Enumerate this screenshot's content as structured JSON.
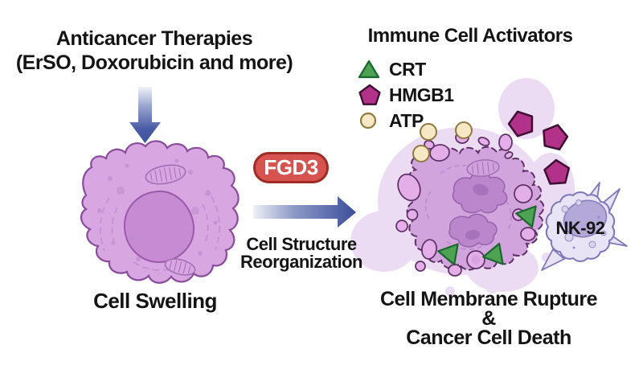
{
  "diagram": {
    "left": {
      "title_line1": "Anticancer Therapies",
      "title_line2": "(ErSO, Doxorubicin and more)",
      "cell_label": "Cell Swelling"
    },
    "middle": {
      "fgd3_label": "FGD3",
      "process_line1": "Cell Structure",
      "process_line2": "Reorganization"
    },
    "right": {
      "heading": "Immune Cell Activators",
      "legend": [
        {
          "label": "CRT",
          "shape": "triangle",
          "color": "#4da254"
        },
        {
          "label": "HMGB1",
          "shape": "pentagon",
          "color": "#b23289"
        },
        {
          "label": "ATP",
          "shape": "circle",
          "color": "#f6e7c5"
        }
      ],
      "nk_cell_label": "NK-92",
      "outcome_line1": "Cell Membrane Rupture",
      "outcome_line2": "&",
      "outcome_line3": "Cancer Cell Death"
    },
    "colors": {
      "arrow_blue": "#3e509d",
      "fgd3_fill": "#d7534f",
      "fgd3_border": "#9e2b24",
      "cell_body": "#d8a6e1",
      "cell_outline": "#8a4b9c",
      "nucleus_fill": "#c68bd3",
      "ruptured_outline": "#5d2f66",
      "halo": "#ecdcf3",
      "crt_green": "#4da254",
      "crt_green_border": "#19692c",
      "hmgb1_magenta": "#b23289",
      "hmgb1_border": "#3f0f33",
      "atp_cream": "#f6e7c5",
      "atp_border": "#8f7a3e",
      "nk_body": "#e8e4f5",
      "nk_outline": "#7e76ba",
      "nk_nucleus": "#b3a8d7",
      "text": "#141414"
    }
  }
}
